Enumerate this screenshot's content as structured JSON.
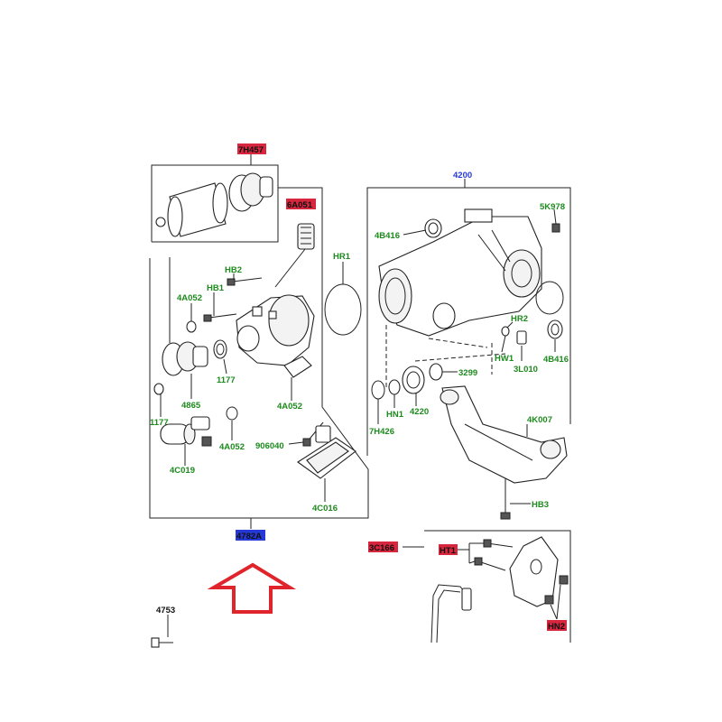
{
  "colors": {
    "label_green": "#1d8a1d",
    "highlight_red": "#d7263d",
    "highlight_blue": "#2639d6",
    "arrow_red": "#e0242b",
    "line": "#222222"
  },
  "labels": {
    "7H457": "7H457",
    "6A051": "6A051",
    "HB2": "HB2",
    "HB1": "HB1",
    "4A052_top": "4A052",
    "1177_mid": "1177",
    "1177_left": "1177",
    "4865": "4865",
    "4A052_mid": "4A052",
    "4A052_low": "4A052",
    "906040": "906040",
    "4C019": "4C019",
    "4C016": "4C016",
    "HR1": "HR1",
    "4782A": "4782A",
    "4200": "4200",
    "5K978": "5K978",
    "4B416_top": "4B416",
    "HR2": "HR2",
    "HW1": "HW1",
    "3L010": "3L010",
    "4B416_right": "4B416",
    "3299": "3299",
    "7H426": "7H426",
    "HN1": "HN1",
    "4220": "4220",
    "4K007": "4K007",
    "HB3": "HB3",
    "3C166": "3C166",
    "HT1": "HT1",
    "HN2": "HN2",
    "4753": "4753"
  },
  "icons": {
    "arrow": "up-arrow-outline-icon"
  }
}
